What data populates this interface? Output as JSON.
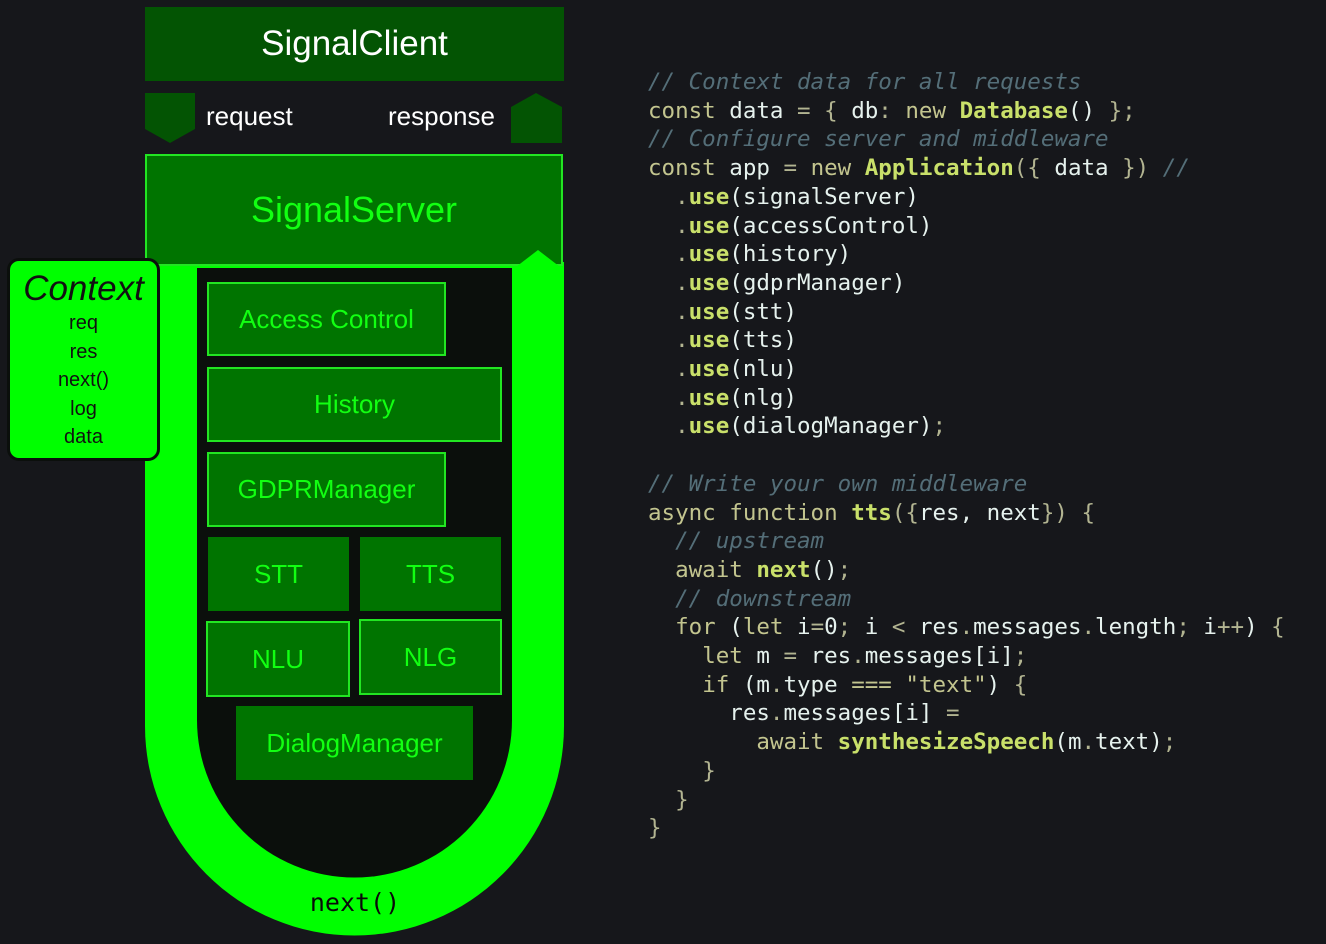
{
  "diagram": {
    "client": {
      "label": "SignalClient"
    },
    "arrows": {
      "request": "request",
      "response": "response"
    },
    "server": {
      "label": "SignalServer"
    },
    "context": {
      "title": "Context",
      "items": [
        "req",
        "res",
        "next()",
        "log",
        "data"
      ]
    },
    "middleware": [
      {
        "label": "Access Control"
      },
      {
        "label": "History"
      },
      {
        "label": "GDPRManager"
      },
      {
        "label": "STT"
      },
      {
        "label": "TTS"
      },
      {
        "label": "NLU"
      },
      {
        "label": "NLG"
      },
      {
        "label": "DialogManager"
      }
    ],
    "loop_label": "next()",
    "colors": {
      "background": "#16171b",
      "client": "#035403",
      "server": "#007400",
      "bright_green": "#00ff00",
      "text_green": "#12ff12",
      "inner_dark": "#0b0f0c"
    }
  },
  "code": {
    "lines": [
      [
        {
          "t": "// Context data for all requests",
          "c": "com"
        }
      ],
      [
        {
          "t": "const ",
          "c": "kw"
        },
        {
          "t": "data ",
          "c": "id"
        },
        {
          "t": "= { ",
          "c": "punc"
        },
        {
          "t": "db",
          "c": "id"
        },
        {
          "t": ": ",
          "c": "punc"
        },
        {
          "t": "new ",
          "c": "kw"
        },
        {
          "t": "Database",
          "c": "fn"
        },
        {
          "t": "() ",
          "c": "id"
        },
        {
          "t": "};",
          "c": "punc"
        }
      ],
      [
        {
          "t": "// Configure server and middleware",
          "c": "com"
        }
      ],
      [
        {
          "t": "const ",
          "c": "kw"
        },
        {
          "t": "app ",
          "c": "id"
        },
        {
          "t": "= ",
          "c": "punc"
        },
        {
          "t": "new ",
          "c": "kw"
        },
        {
          "t": "Application",
          "c": "fn"
        },
        {
          "t": "({ ",
          "c": "punc"
        },
        {
          "t": "data ",
          "c": "id"
        },
        {
          "t": "}) ",
          "c": "punc"
        },
        {
          "t": "//",
          "c": "com"
        }
      ],
      [
        {
          "t": "  ",
          "c": "id"
        },
        {
          "t": ".",
          "c": "punc"
        },
        {
          "t": "use",
          "c": "fn"
        },
        {
          "t": "(signalServer)",
          "c": "id"
        }
      ],
      [
        {
          "t": "  ",
          "c": "id"
        },
        {
          "t": ".",
          "c": "punc"
        },
        {
          "t": "use",
          "c": "fn"
        },
        {
          "t": "(accessControl)",
          "c": "id"
        }
      ],
      [
        {
          "t": "  ",
          "c": "id"
        },
        {
          "t": ".",
          "c": "punc"
        },
        {
          "t": "use",
          "c": "fn"
        },
        {
          "t": "(history)",
          "c": "id"
        }
      ],
      [
        {
          "t": "  ",
          "c": "id"
        },
        {
          "t": ".",
          "c": "punc"
        },
        {
          "t": "use",
          "c": "fn"
        },
        {
          "t": "(gdprManager)",
          "c": "id"
        }
      ],
      [
        {
          "t": "  ",
          "c": "id"
        },
        {
          "t": ".",
          "c": "punc"
        },
        {
          "t": "use",
          "c": "fn"
        },
        {
          "t": "(stt)",
          "c": "id"
        }
      ],
      [
        {
          "t": "  ",
          "c": "id"
        },
        {
          "t": ".",
          "c": "punc"
        },
        {
          "t": "use",
          "c": "fn"
        },
        {
          "t": "(tts)",
          "c": "id"
        }
      ],
      [
        {
          "t": "  ",
          "c": "id"
        },
        {
          "t": ".",
          "c": "punc"
        },
        {
          "t": "use",
          "c": "fn"
        },
        {
          "t": "(nlu)",
          "c": "id"
        }
      ],
      [
        {
          "t": "  ",
          "c": "id"
        },
        {
          "t": ".",
          "c": "punc"
        },
        {
          "t": "use",
          "c": "fn"
        },
        {
          "t": "(nlg)",
          "c": "id"
        }
      ],
      [
        {
          "t": "  ",
          "c": "id"
        },
        {
          "t": ".",
          "c": "punc"
        },
        {
          "t": "use",
          "c": "fn"
        },
        {
          "t": "(dialogManager)",
          "c": "id"
        },
        {
          "t": ";",
          "c": "punc"
        }
      ],
      [
        {
          "t": "",
          "c": "id"
        }
      ],
      [
        {
          "t": "// Write your own middleware",
          "c": "com"
        }
      ],
      [
        {
          "t": "async function ",
          "c": "kw"
        },
        {
          "t": "tts",
          "c": "fn"
        },
        {
          "t": "({",
          "c": "punc"
        },
        {
          "t": "res, next",
          "c": "id"
        },
        {
          "t": "}) {",
          "c": "punc"
        }
      ],
      [
        {
          "t": "  ",
          "c": "id"
        },
        {
          "t": "// upstream",
          "c": "com"
        }
      ],
      [
        {
          "t": "  ",
          "c": "id"
        },
        {
          "t": "await ",
          "c": "kw"
        },
        {
          "t": "next",
          "c": "fn"
        },
        {
          "t": "()",
          "c": "id"
        },
        {
          "t": ";",
          "c": "punc"
        }
      ],
      [
        {
          "t": "  ",
          "c": "id"
        },
        {
          "t": "// downstream",
          "c": "com"
        }
      ],
      [
        {
          "t": "  ",
          "c": "id"
        },
        {
          "t": "for ",
          "c": "kw"
        },
        {
          "t": "(",
          "c": "id"
        },
        {
          "t": "let ",
          "c": "kw"
        },
        {
          "t": "i",
          "c": "id"
        },
        {
          "t": "=",
          "c": "punc"
        },
        {
          "t": "0",
          "c": "id"
        },
        {
          "t": "; ",
          "c": "punc"
        },
        {
          "t": "i ",
          "c": "id"
        },
        {
          "t": "< ",
          "c": "punc"
        },
        {
          "t": "res",
          "c": "id"
        },
        {
          "t": ".",
          "c": "punc"
        },
        {
          "t": "messages",
          "c": "id"
        },
        {
          "t": ".",
          "c": "punc"
        },
        {
          "t": "length",
          "c": "id"
        },
        {
          "t": "; ",
          "c": "punc"
        },
        {
          "t": "i",
          "c": "id"
        },
        {
          "t": "++",
          "c": "punc"
        },
        {
          "t": ") ",
          "c": "id"
        },
        {
          "t": "{",
          "c": "punc"
        }
      ],
      [
        {
          "t": "    ",
          "c": "id"
        },
        {
          "t": "let ",
          "c": "kw"
        },
        {
          "t": "m ",
          "c": "id"
        },
        {
          "t": "= ",
          "c": "punc"
        },
        {
          "t": "res",
          "c": "id"
        },
        {
          "t": ".",
          "c": "punc"
        },
        {
          "t": "messages[i]",
          "c": "id"
        },
        {
          "t": ";",
          "c": "punc"
        }
      ],
      [
        {
          "t": "    ",
          "c": "id"
        },
        {
          "t": "if ",
          "c": "kw"
        },
        {
          "t": "(m",
          "c": "id"
        },
        {
          "t": ".",
          "c": "punc"
        },
        {
          "t": "type ",
          "c": "id"
        },
        {
          "t": "=== \"text\"",
          "c": "kw"
        },
        {
          "t": ") ",
          "c": "id"
        },
        {
          "t": "{",
          "c": "punc"
        }
      ],
      [
        {
          "t": "      ",
          "c": "id"
        },
        {
          "t": "res",
          "c": "id"
        },
        {
          "t": ".",
          "c": "punc"
        },
        {
          "t": "messages[i] ",
          "c": "id"
        },
        {
          "t": "=",
          "c": "punc"
        }
      ],
      [
        {
          "t": "        ",
          "c": "id"
        },
        {
          "t": "await ",
          "c": "kw"
        },
        {
          "t": "synthesizeSpeech",
          "c": "fn"
        },
        {
          "t": "(m",
          "c": "id"
        },
        {
          "t": ".",
          "c": "punc"
        },
        {
          "t": "text)",
          "c": "id"
        },
        {
          "t": ";",
          "c": "punc"
        }
      ],
      [
        {
          "t": "    ",
          "c": "id"
        },
        {
          "t": "}",
          "c": "punc"
        }
      ],
      [
        {
          "t": "  ",
          "c": "id"
        },
        {
          "t": "}",
          "c": "punc"
        }
      ],
      [
        {
          "t": "}",
          "c": "punc"
        }
      ]
    ]
  }
}
